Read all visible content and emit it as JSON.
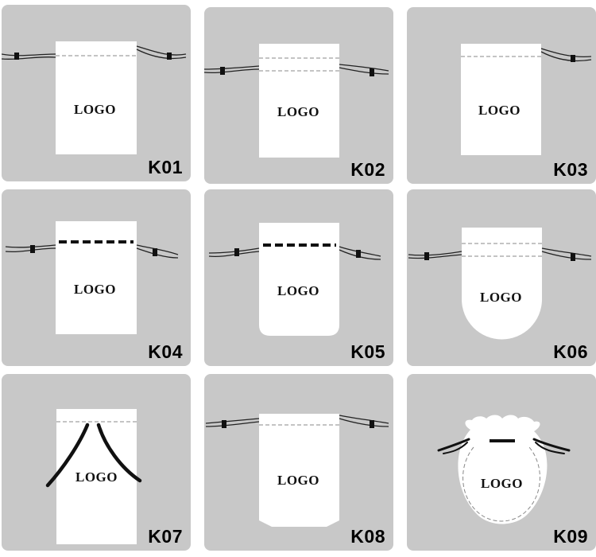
{
  "logo_label": "LOGO",
  "colors": {
    "tile_bg": "#c8c8c8",
    "bag": "#ffffff",
    "cord": "#1a1a1a",
    "stitch": "#888888"
  },
  "tiles": [
    {
      "code": "K01"
    },
    {
      "code": "K02"
    },
    {
      "code": "K03"
    },
    {
      "code": "K04"
    },
    {
      "code": "K05"
    },
    {
      "code": "K06"
    },
    {
      "code": "K07"
    },
    {
      "code": "K08"
    },
    {
      "code": "K09"
    }
  ]
}
